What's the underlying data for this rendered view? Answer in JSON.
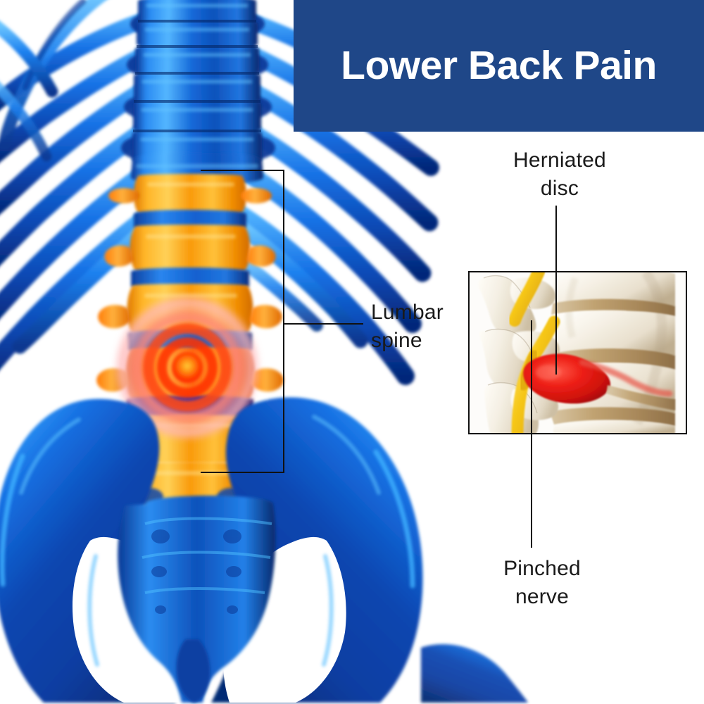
{
  "banner": {
    "title": "Lower Back Pain",
    "background_color": "#1f4788",
    "text_color": "#ffffff"
  },
  "labels": {
    "herniated_disc": "Herniated\ndisc",
    "lumbar_spine": "Lumbar\nspine",
    "pinched_nerve": "Pinched\nnerve"
  },
  "illustration": {
    "type": "medical-anatomy-render",
    "subject": "lumbar spine and pelvis, posterior view",
    "bone_color": "#0b57c8",
    "bone_highlight_color": "#4fc3ff",
    "bone_shadow_color": "#062b7a",
    "lumbar_color": "#f59a0a",
    "lumbar_highlight_color": "#ffd24a",
    "disc_color": "#1565c0",
    "pain_color": "#ff2a00",
    "pain_halo_color": "#ffb3b3",
    "background": "#ffffff"
  },
  "inset": {
    "caption_source": "spine model photograph",
    "border_color": "#111111",
    "bone_color": "#f3efe6",
    "bone_shadow_color": "#cbbfa8",
    "nerve_color": "#f5c015",
    "disc_normal_color": "#c8a06a",
    "disc_herniated_color": "#e0201a"
  },
  "annotations": {
    "line_color": "#111111",
    "text_color": "#1a1a1a"
  }
}
